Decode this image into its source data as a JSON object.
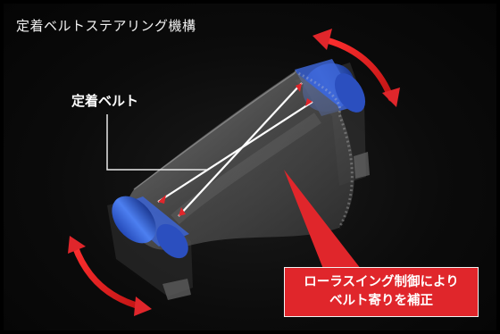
{
  "caption": "定着ベルトステアリング機構",
  "belt_label": "定着ベルト",
  "callout": {
    "line1": "ローラスイング制御により",
    "line2": "ベルト寄りを補正"
  },
  "colors": {
    "background": "#000000",
    "accent_red": "#e0262b",
    "roller_blue": "#3f6fe0",
    "belt_gray": "#8a8a8a"
  },
  "icons": [
    "swing-arrow-top-right-icon",
    "swing-arrow-bottom-left-icon"
  ]
}
